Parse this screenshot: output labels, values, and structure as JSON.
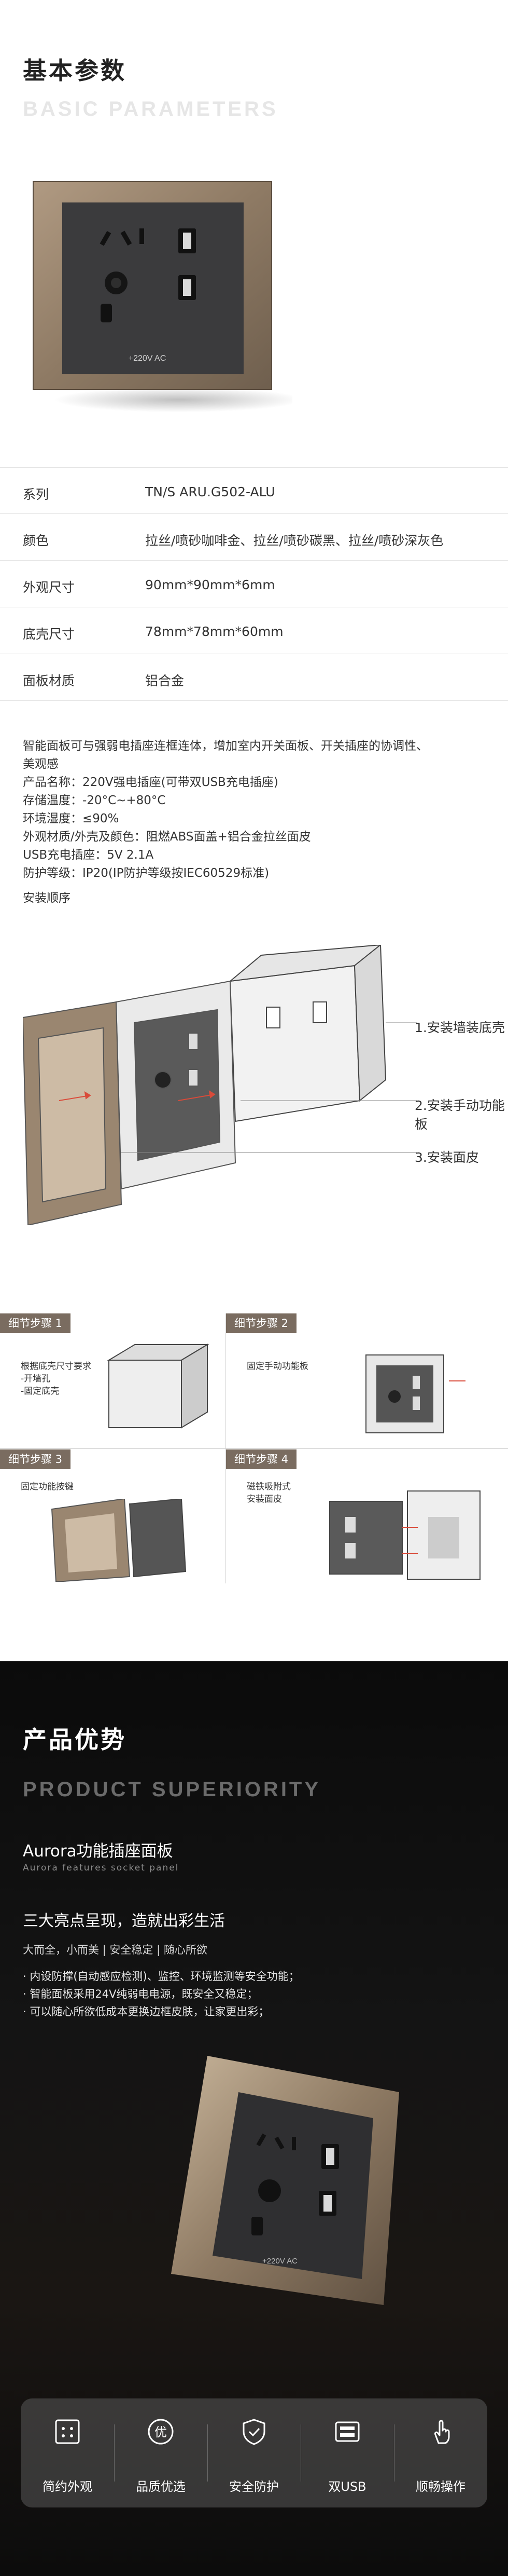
{
  "header": {
    "title_cn": "基本参数",
    "title_en": "BASIC PARAMETERS"
  },
  "product_image": {
    "label": "+220V AC",
    "frame_color": "#9a8670",
    "panel_color": "#3a3a3a"
  },
  "specs": [
    {
      "key": "系列",
      "value": "TN/S ARU.G502-ALU"
    },
    {
      "key": "颜色",
      "value": "拉丝/喷砂咖啡金、拉丝/喷砂碳黑、拉丝/喷砂深灰色"
    },
    {
      "key": "外观尺寸",
      "value": "90mm*90mm*6mm"
    },
    {
      "key": "底壳尺寸",
      "value": "78mm*78mm*60mm"
    },
    {
      "key": "面板材质",
      "value": "铝合金"
    }
  ],
  "description": [
    "智能面板可与强弱电插座连框连体，增加室内开关面板、开关插座的协调性、",
    "美观感",
    "产品名称：220V强电插座(可带双USB充电插座)",
    "存储温度：-20°C~+80°C",
    "环境湿度：≤90%",
    "外观材质/外壳及颜色：阻燃ABS面盖+铝合金拉丝面皮",
    "USB充电插座：5V 2.1A",
    "防护等级：IP20(IP防护等级按IEC60529标准)"
  ],
  "install": {
    "title": "安装顺序",
    "labels": [
      "1.安装墙装底壳",
      "2.安装手动功能板",
      "3.安装面皮"
    ]
  },
  "steps": [
    {
      "tag": "细节步骤 1",
      "note": [
        "根据底壳尺寸要求",
        "-开墙孔",
        "-固定底壳"
      ]
    },
    {
      "tag": "细节步骤 2",
      "note": [
        "固定手动功能板"
      ]
    },
    {
      "tag": "细节步骤 3",
      "note": [
        "固定功能按键"
      ]
    },
    {
      "tag": "细节步骤 4",
      "note": [
        "磁铁吸附式",
        "安装面皮"
      ]
    }
  ],
  "superiority": {
    "title_cn": "产品优势",
    "title_en": "PRODUCT SUPERIORITY",
    "subtitle": "Aurora功能插座面板",
    "subtitle_en": "Aurora features socket panel",
    "tagline": "三大亮点呈现，造就出彩生活",
    "small": "大而全，小而美 | 安全稳定 | 随心所欲",
    "bullets": [
      "· 内设防撑(自动感应检测)、监控、环境监测等安全功能；",
      "· 智能面板采用24V纯弱电电源，既安全又稳定；",
      "· 可以随心所欲低成本更换边框皮肤，让家更出彩；"
    ],
    "panel_label": "+220V AC",
    "features": [
      {
        "icon": "minimal-icon",
        "label": "简约外观"
      },
      {
        "icon": "quality-icon",
        "label": "品质优选"
      },
      {
        "icon": "shield-icon",
        "label": "安全防护"
      },
      {
        "icon": "usb-icon",
        "label": "双USB"
      },
      {
        "icon": "touch-icon",
        "label": "顺畅操作"
      }
    ],
    "quality_char": "优"
  }
}
